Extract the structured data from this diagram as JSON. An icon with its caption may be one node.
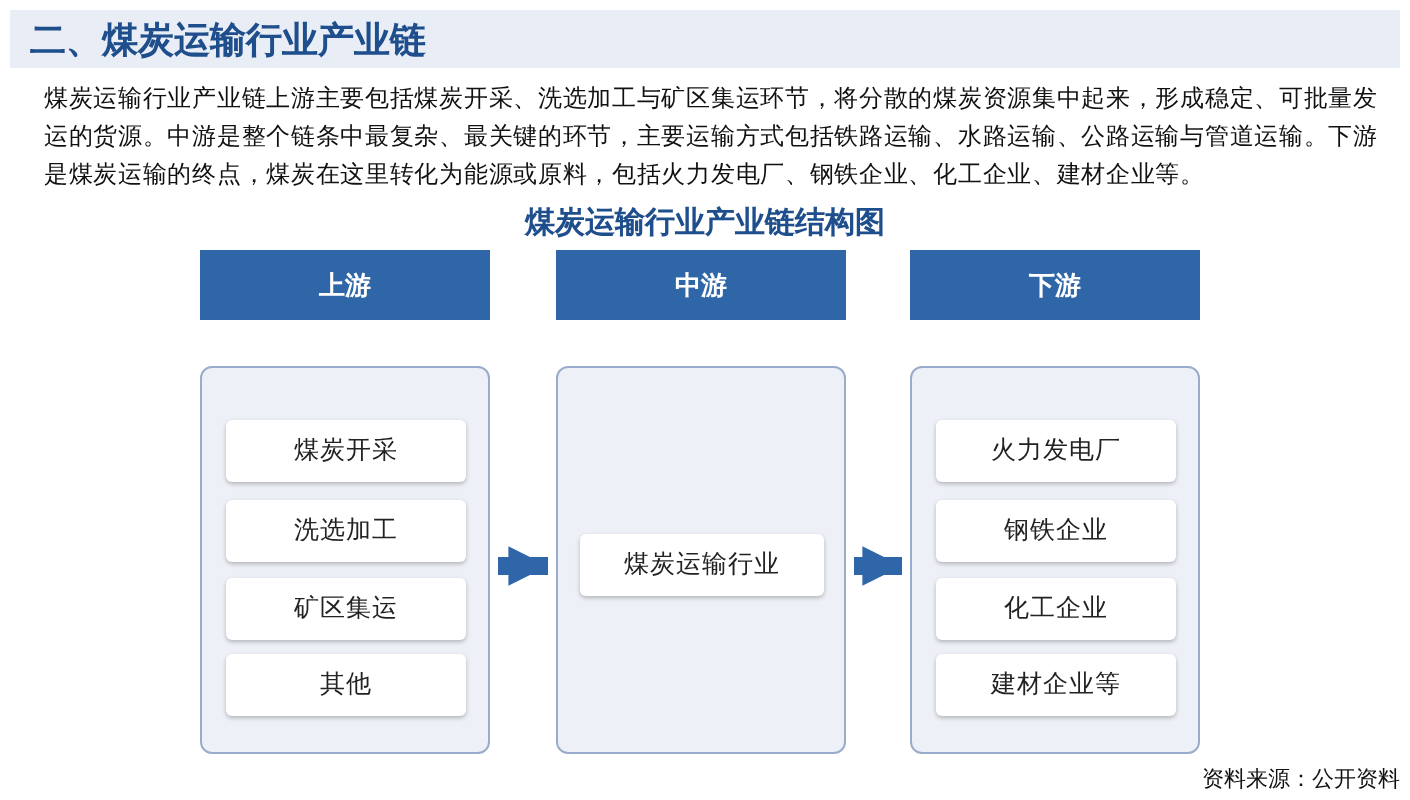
{
  "diagram": {
    "title": "二、煤炭运输行业产业链",
    "nodes": [
      {
        "text": [
          "上游"
        ]
      },
      {
        "text": [
          "中游"
        ]
      },
      {
        "text": [
          "下游"
        ]
      },
      {
        "text": [],
        "shape": "box"
      },
      {
        "text": [
          "煤炭开采"
        ],
        "in": 3
      },
      {
        "text": [
          "洗选加工"
        ],
        "in": 3
      },
      {
        "text": [
          "矿区集运"
        ],
        "in": 3
      },
      {
        "text": [
          "其他"
        ],
        "in": 3
      },
      {
        "text": [],
        "shape": "box"
      },
      {
        "text": [
          "煤炭运输行业"
        ],
        "in": 8
      },
      {
        "text": [],
        "shape": "box"
      },
      {
        "text": [
          "火力发电厂"
        ],
        "in": 10
      },
      {
        "text": [
          "钢铁企业"
        ],
        "in": 10
      },
      {
        "text": [
          "化工企业"
        ],
        "in": 10
      },
      {
        "text": [
          "建材企业等"
        ],
        "in": 10
      }
    ],
    "edges": [
      {
        "from": 3,
        "to": 8,
        "arrow": "to"
      },
      {
        "from": 8,
        "to": 10,
        "arrow": "to"
      }
    ],
    "labels": [
      "煤炭运输行业产业链上游主要包括煤炭开采、洗选加工与矿区集运环节，将分散的煤炭资源集中起来，形成稳定、可批量发运的货源。中游是整个链条中最复杂、最关键的环节，主要运输方式包括铁路运输、水路运输、公路运输与管道运输。下游是煤炭运输的终点，煤炭在这里转化为能源或原料，包括火力发电厂、钢铁企业、化工企业、建材企业等。",
      "煤炭运输行业产业链结构图",
      "资料来源：公开资料"
    ]
  }
}
